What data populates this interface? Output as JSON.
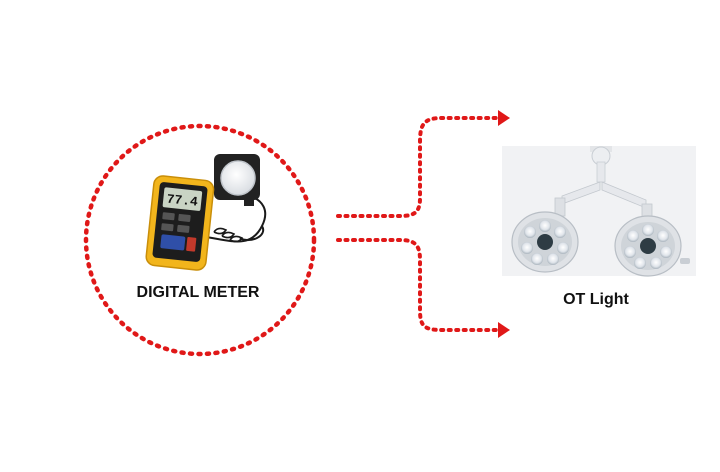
{
  "diagram": {
    "source_label": "DIGITAL METER",
    "target_label": "OT Light",
    "display_reading": "77.4",
    "colors": {
      "connector": "#e01818",
      "meter_body": "#f2b51c",
      "meter_face": "#1d1d1d",
      "lcd": "#c9d4c4",
      "cable": "#1a1a1a",
      "lamp_arm": "#e6e8ec",
      "lamp_lens": "#2e3c44",
      "photo_bg": "#f1f2f4"
    }
  }
}
